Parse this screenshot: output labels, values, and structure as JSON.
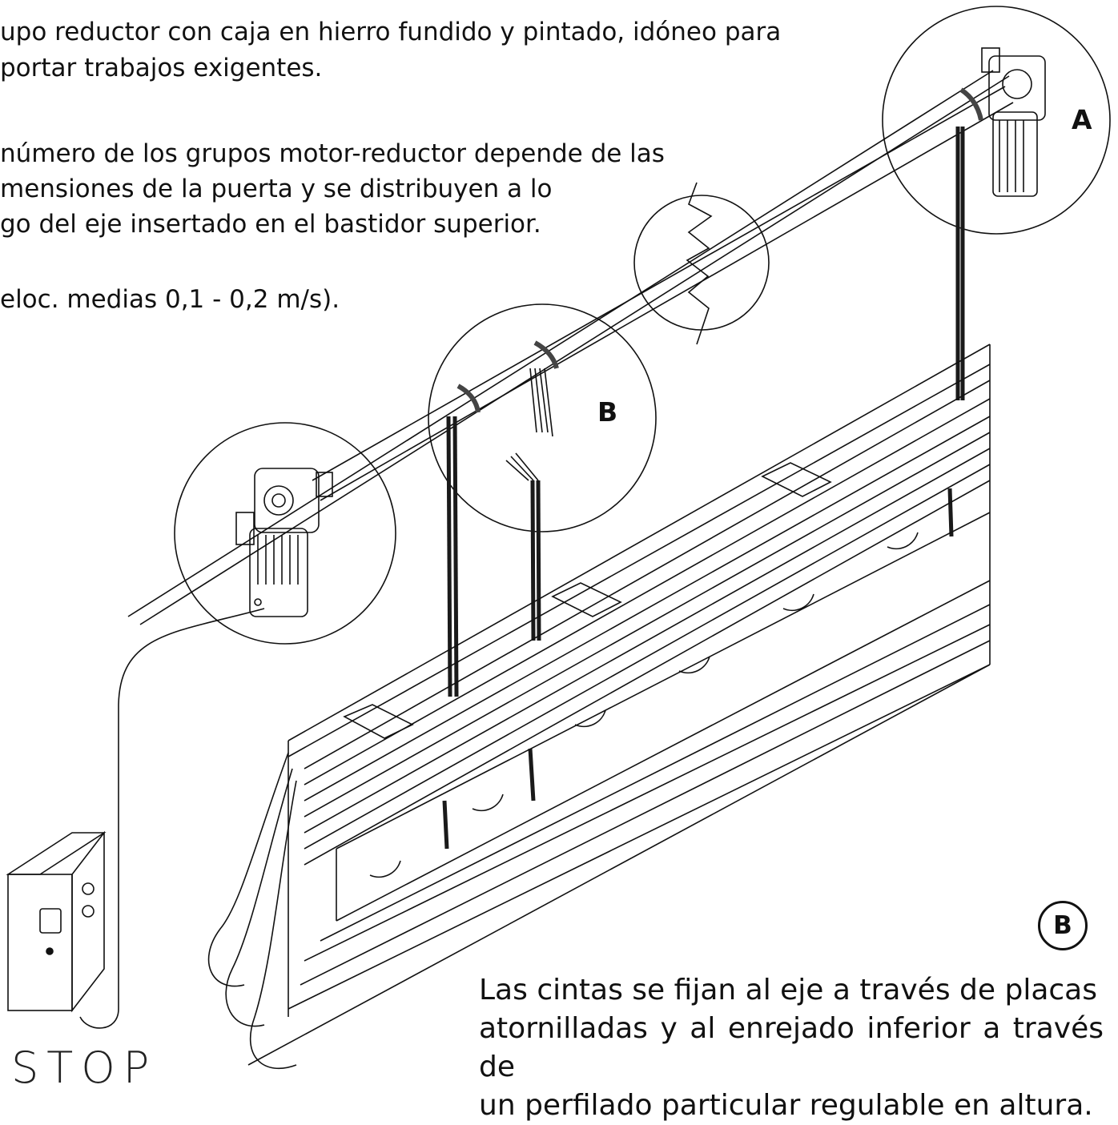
{
  "intro": {
    "line1": "upo reductor con caja en hierro fundido y pintado, idóneo para",
    "line2": "portar trabajos exigentes."
  },
  "para2": {
    "line1": "número de los grupos motor-reductor depende de las",
    "line2": "mensiones de la puerta y se distribuyen a lo",
    "line3": "go del eje insertado en el bastidor superior."
  },
  "para3": "eloc. medias 0,1 - 0,2 m/s).",
  "callouts": {
    "a": "A",
    "b": "B",
    "b_badge": "B"
  },
  "bottom_text": {
    "line1": "Las cintas se fijan al eje a través de placas",
    "line2": "atornilladas y al enrejado inferior a través de",
    "line3": "un perfilado particular regulable en altura."
  },
  "control_box": {
    "label": "STOP"
  },
  "colors": {
    "line": "#111111",
    "strap": "#1a1a1a",
    "background": "#ffffff"
  }
}
